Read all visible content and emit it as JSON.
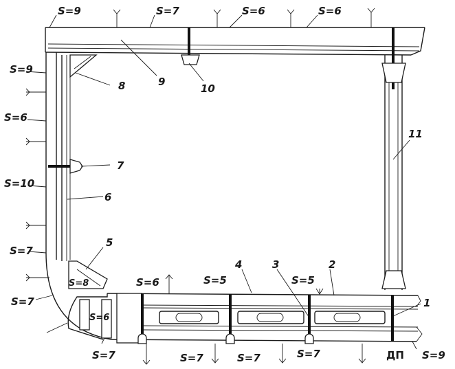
{
  "plating_labels": {
    "deck_1": "S=9",
    "deck_2": "S=7",
    "deck_3": "S=6",
    "deck_4": "S=6",
    "side_1": "S=9",
    "side_2": "S=6",
    "side_3": "S=10",
    "side_4": "S=7",
    "bilge": "S=7",
    "bottom_1": "S=7",
    "bottom_2": "S=7",
    "bottom_3": "S=7",
    "bottom_4": "S=7",
    "keel": "S=9",
    "inner_1": "S=6",
    "inner_2": "S=5",
    "inner_3": "S=5",
    "bracket_bilge": "S=8",
    "floor_bilge": "S=6"
  },
  "callouts": {
    "n1": "1",
    "n2": "2",
    "n3": "3",
    "n4": "4",
    "n5": "5",
    "n6": "6",
    "n7": "7",
    "n8": "8",
    "n9": "9",
    "n10": "10",
    "n11": "11"
  },
  "centerline_label": "ДП"
}
